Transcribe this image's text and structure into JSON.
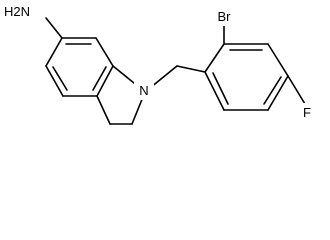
{
  "labels": {
    "amine": "H2N",
    "nitrogen": "N",
    "bromine": "Br",
    "fluorine": "F"
  }
}
